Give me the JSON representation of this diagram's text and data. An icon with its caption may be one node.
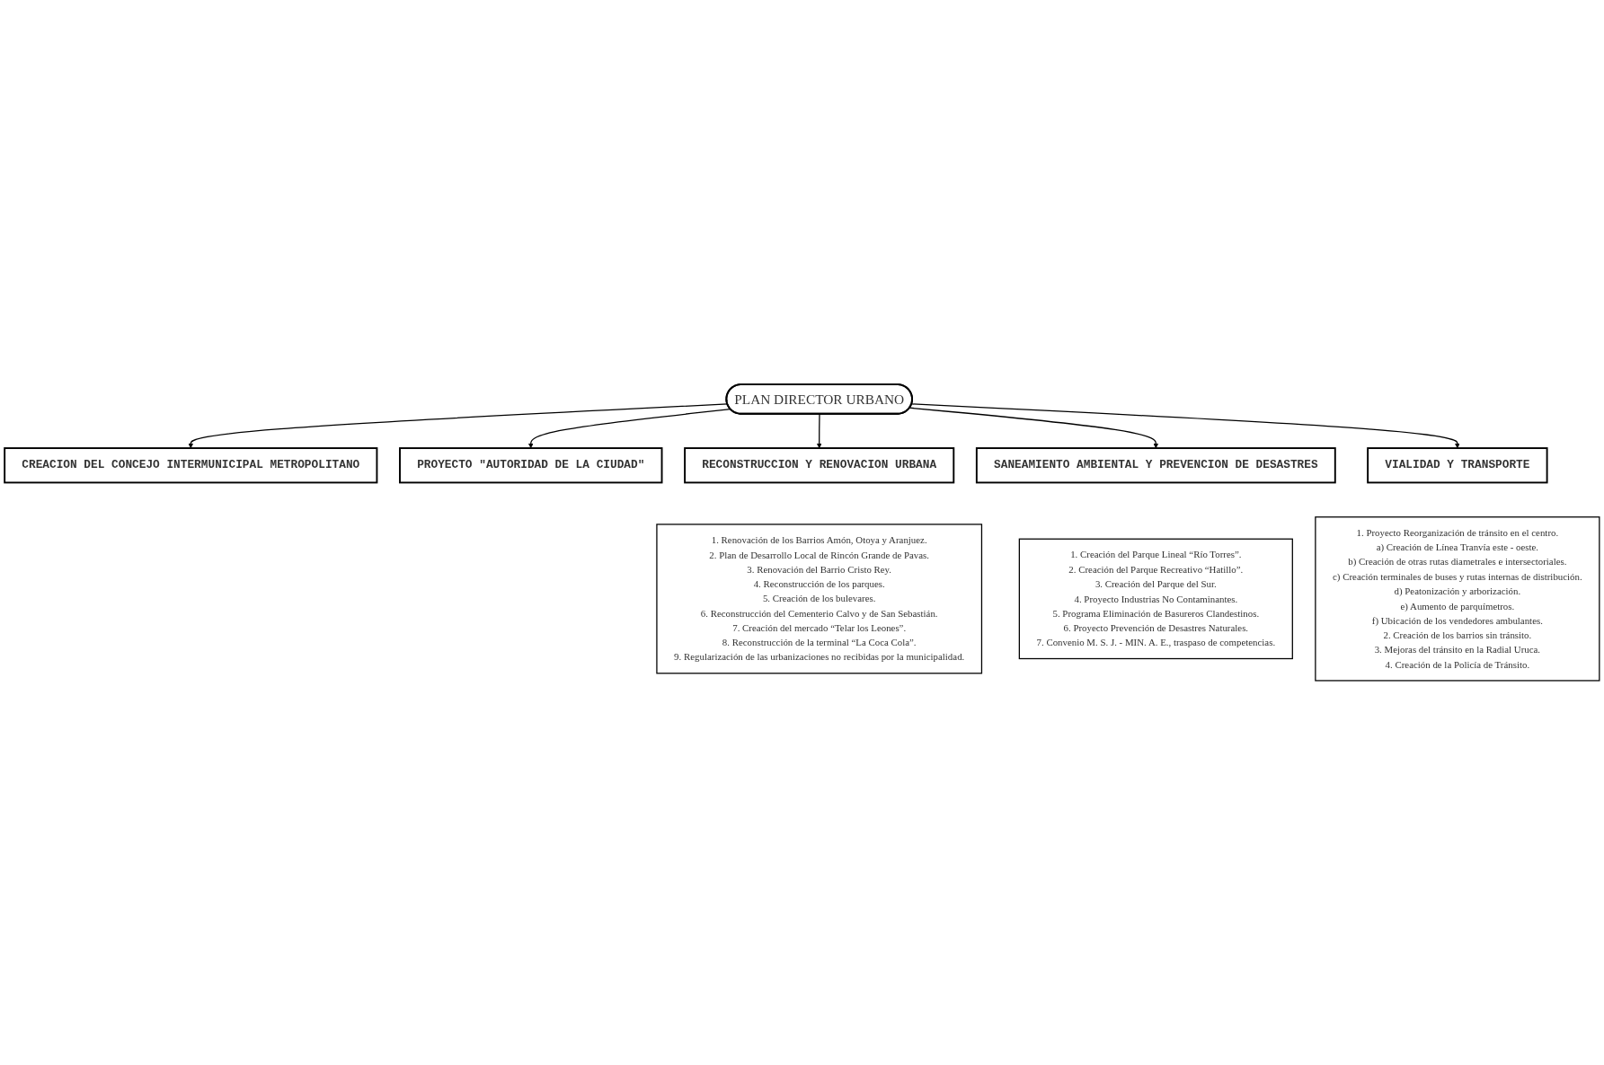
{
  "diagram": {
    "nodes": [
      {
        "text": [
          "CREACION DEL CONCEJO INTERMUNICIPAL METROPOLITANO"
        ]
      },
      {
        "text": [
          "PLAN DIRECTOR URBANO"
        ]
      },
      {
        "text": [
          "PROYECTO \"AUTORIDAD DE LA CIUDAD\""
        ]
      },
      {
        "text": [
          "RECONSTRUCCION Y RENOVACION URBANA"
        ]
      },
      {
        "text": [
          "SANEAMIENTO AMBIENTAL Y PREVENCION DE DESASTRES"
        ]
      },
      {
        "text": [
          "VIALIDAD Y TRANSPORTE"
        ]
      },
      {
        "text": [
          "1. Renovación de los Barrios Amón, Otoya y Aranjuez.",
          "2. Plan de Desarrollo Local de Rincón Grande de Pavas.",
          "3. Renovación del Barrio Cristo Rey.",
          "4. Reconstrucción de los parques.",
          "5. Creación de los bulevares.",
          "6. Reconstrucción del Cementerio Calvo y de San Sebastián.",
          "7. Creación del mercado “Telar los Leones”.",
          "8. Reconstrucción de la terminal “La Coca Cola”.",
          "9. Regularización de las urbanizaciones no recibidas por la municipalidad."
        ]
      },
      {
        "text": [
          "1. Creación del Parque Lineal “Río Torres”.",
          "2. Creación del Parque Recreativo “Hatillo”.",
          "3. Creación del Parque del Sur.",
          "4. Proyecto Industrias No Contaminantes.",
          "5. Programa Eliminación de Basureros Clandestinos.",
          "6. Proyecto Prevención de Desastres Naturales.",
          "7. Convenio M. S. J. - MIN. A. E., traspaso de competencias."
        ]
      },
      {
        "text": [
          "1. Proyecto Reorganización de tránsito en el centro.",
          "a) Creación de Línea Tranvía este - oeste.",
          "b) Creación de otras rutas diametrales e intersectoriales.",
          "c) Creación terminales de buses y rutas internas de distribución.",
          "d) Peatonización y arborización.",
          "e) Aumento de parquímetros.",
          "f) Ubicación de los vendedores ambulantes.",
          "2. Creación de los barrios sin tránsito.",
          "3. Mejoras del tránsito en la Radial Uruca.",
          "4. Creación de la Policía de Tránsito."
        ]
      }
    ],
    "edges": [
      {
        "from": 1,
        "to": 0,
        "arrow": "to"
      },
      {
        "from": 1,
        "to": 2,
        "arrow": "to"
      },
      {
        "from": 1,
        "to": 3,
        "arrow": "to"
      },
      {
        "from": 1,
        "to": 4,
        "arrow": "to"
      },
      {
        "from": 1,
        "to": 5,
        "arrow": "to"
      }
    ]
  }
}
